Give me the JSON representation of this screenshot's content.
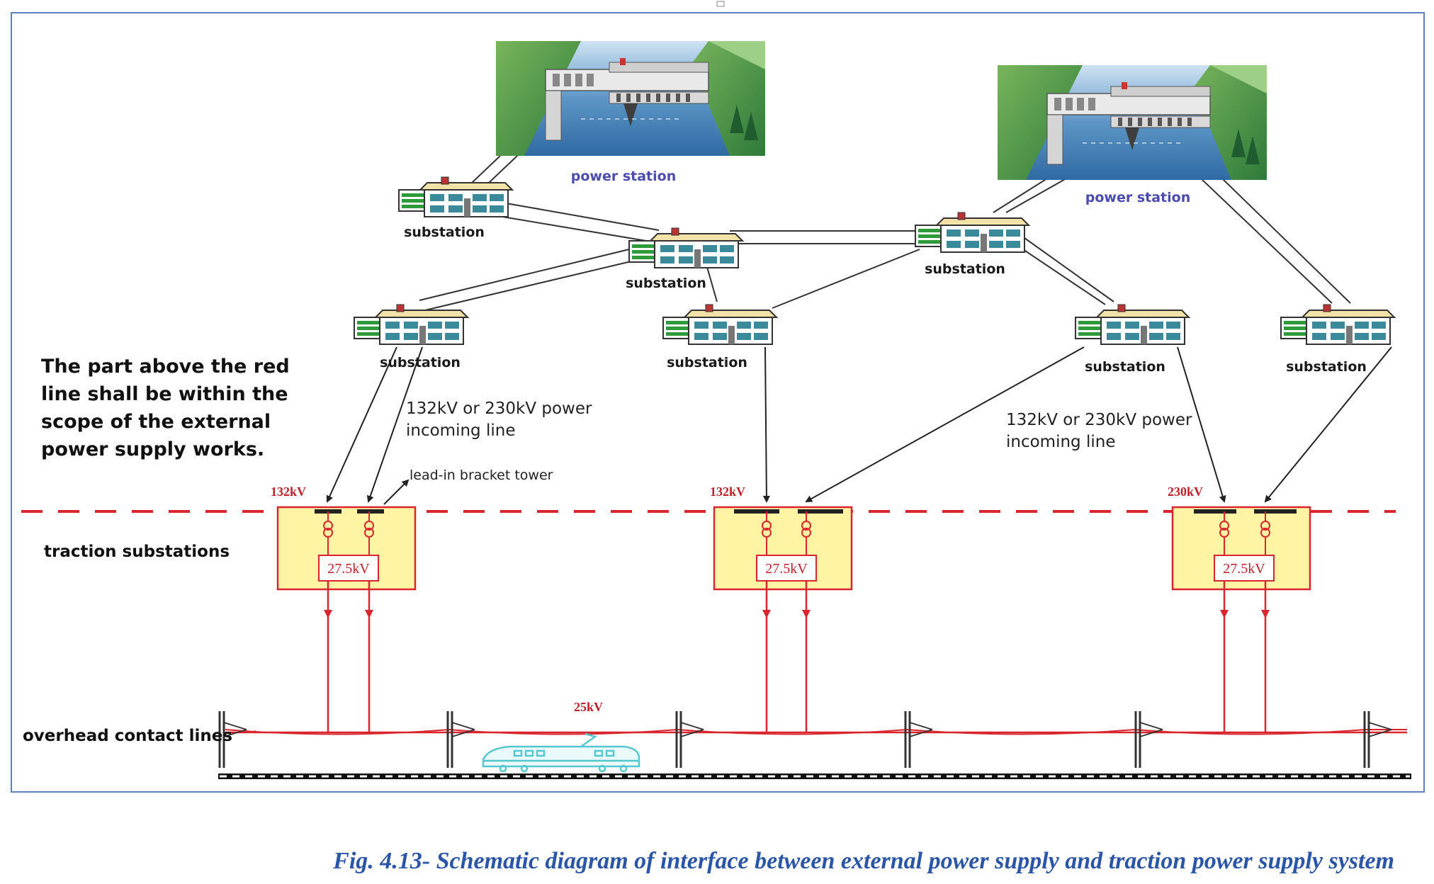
{
  "diagram": {
    "power_stations": [
      {
        "label": "power station"
      },
      {
        "label": "power station"
      }
    ],
    "substations": [
      {
        "label": "substation"
      },
      {
        "label": "substation"
      },
      {
        "label": "substation"
      },
      {
        "label": "substation"
      },
      {
        "label": "substation"
      },
      {
        "label": "substation"
      },
      {
        "label": "substation"
      }
    ],
    "note": {
      "lines": [
        "The part above the red",
        "line shall be within the",
        "scope of the external",
        "power supply works."
      ]
    },
    "incoming_left": {
      "lines": [
        "132kV or  230kV power",
        "incoming line"
      ]
    },
    "incoming_right": {
      "lines": [
        "132kV or  230kV power",
        "incoming line"
      ]
    },
    "lead_in_label": "lead-in bracket tower",
    "traction": {
      "label": "traction substations",
      "stations": [
        {
          "voltage_in": "132kV",
          "voltage_out": "27.5kV"
        },
        {
          "voltage_in": "132kV",
          "voltage_out": "27.5kV"
        },
        {
          "voltage_in": "230kV",
          "voltage_out": "27.5kV"
        }
      ]
    },
    "ocl": {
      "label": "overhead contact lines",
      "voltage": "25kV"
    },
    "caption": "Fig. 4.13-  Schematic diagram of interface between external power supply and traction power supply system",
    "colors": {
      "frame": "#5b7fc2",
      "red": "#d9262e",
      "box_fill": "#fff4a3",
      "train": "#55c8cf",
      "caption": "#2b56a8"
    }
  }
}
